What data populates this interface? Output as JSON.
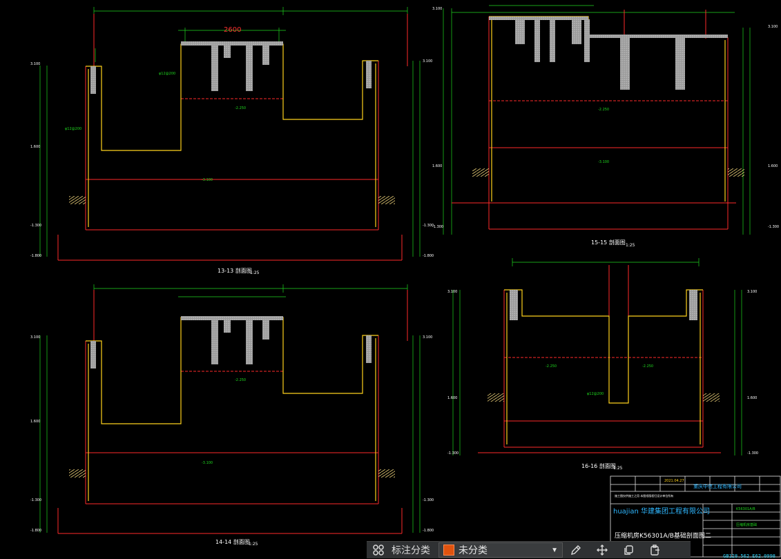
{
  "drawing": {
    "dimension_top_left": "2600",
    "sections": [
      {
        "label": "13-13 剖面图",
        "scale": "1:25"
      },
      {
        "label": "15-15 剖面图",
        "scale": "1:25"
      },
      {
        "label": "14-14 剖面图",
        "scale": "1:25"
      },
      {
        "label": "16-16 剖面图",
        "scale": "1:25"
      }
    ]
  },
  "title_block": {
    "company": "重庆中信工程有限公司",
    "company_logo": "huajian 华建集团工程有限公司",
    "drawing_name": "压缩机房K56301A/B基础剖面图二",
    "sheet_no": "GB128.562.E62.0998"
  },
  "toolbar": {
    "grid_icon": "grid-icon",
    "category_label": "标注分类",
    "category_value": "未分类",
    "category_color": "#e0530f",
    "icons": [
      "pen-icon",
      "move-icon",
      "copy-icon",
      "paste-icon"
    ]
  }
}
